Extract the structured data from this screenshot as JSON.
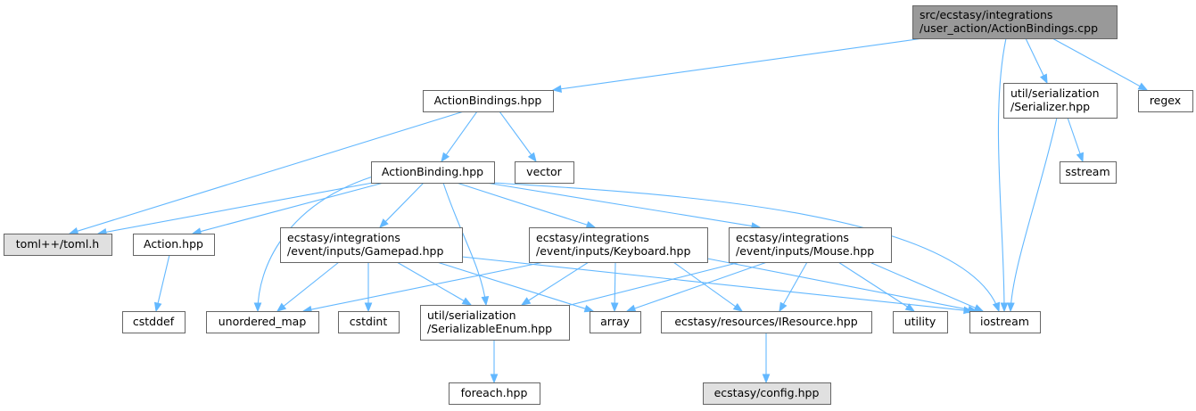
{
  "colors": {
    "edge": "#63b8ff",
    "node_border": "#666666",
    "node_fill": "#ffffff",
    "root_fill": "#999999",
    "external_fill": "#e0e0e0"
  },
  "nodes": [
    {
      "id": "root",
      "lines": [
        "src/ecstasy/integrations",
        "/user_action/ActionBindings.cpp"
      ],
      "style": "root"
    },
    {
      "id": "actionbindings_hpp",
      "lines": [
        "ActionBindings.hpp"
      ],
      "style": "normal"
    },
    {
      "id": "serializer_hpp",
      "lines": [
        "util/serialization",
        "/Serializer.hpp"
      ],
      "style": "normal"
    },
    {
      "id": "regex",
      "lines": [
        "regex"
      ],
      "style": "normal"
    },
    {
      "id": "actionbinding_hpp",
      "lines": [
        "ActionBinding.hpp"
      ],
      "style": "normal"
    },
    {
      "id": "vector",
      "lines": [
        "vector"
      ],
      "style": "normal"
    },
    {
      "id": "sstream",
      "lines": [
        "sstream"
      ],
      "style": "normal"
    },
    {
      "id": "toml_h",
      "lines": [
        "toml++/toml.h"
      ],
      "style": "external"
    },
    {
      "id": "action_hpp",
      "lines": [
        "Action.hpp"
      ],
      "style": "normal"
    },
    {
      "id": "gamepad_hpp",
      "lines": [
        "ecstasy/integrations",
        "/event/inputs/Gamepad.hpp"
      ],
      "style": "normal"
    },
    {
      "id": "keyboard_hpp",
      "lines": [
        "ecstasy/integrations",
        "/event/inputs/Keyboard.hpp"
      ],
      "style": "normal"
    },
    {
      "id": "mouse_hpp",
      "lines": [
        "ecstasy/integrations",
        "/event/inputs/Mouse.hpp"
      ],
      "style": "normal"
    },
    {
      "id": "cstddef",
      "lines": [
        "cstddef"
      ],
      "style": "normal"
    },
    {
      "id": "unordered_map",
      "lines": [
        "unordered_map"
      ],
      "style": "normal"
    },
    {
      "id": "cstdint",
      "lines": [
        "cstdint"
      ],
      "style": "normal"
    },
    {
      "id": "serializableenum_hpp",
      "lines": [
        "util/serialization",
        "/SerializableEnum.hpp"
      ],
      "style": "normal"
    },
    {
      "id": "array",
      "lines": [
        "array"
      ],
      "style": "normal"
    },
    {
      "id": "iresource_hpp",
      "lines": [
        "ecstasy/resources/IResource.hpp"
      ],
      "style": "normal"
    },
    {
      "id": "utility",
      "lines": [
        "utility"
      ],
      "style": "normal"
    },
    {
      "id": "iostream",
      "lines": [
        "iostream"
      ],
      "style": "normal"
    },
    {
      "id": "foreach_hpp",
      "lines": [
        "foreach.hpp"
      ],
      "style": "normal"
    },
    {
      "id": "config_hpp",
      "lines": [
        "ecstasy/config.hpp"
      ],
      "style": "external"
    }
  ],
  "edges": [
    {
      "from": "root",
      "to": "actionbindings_hpp"
    },
    {
      "from": "root",
      "to": "serializer_hpp"
    },
    {
      "from": "root",
      "to": "regex"
    },
    {
      "from": "root",
      "to": "iostream"
    },
    {
      "from": "actionbindings_hpp",
      "to": "actionbinding_hpp"
    },
    {
      "from": "actionbindings_hpp",
      "to": "vector"
    },
    {
      "from": "actionbindings_hpp",
      "to": "toml_h"
    },
    {
      "from": "serializer_hpp",
      "to": "sstream"
    },
    {
      "from": "serializer_hpp",
      "to": "iostream"
    },
    {
      "from": "actionbinding_hpp",
      "to": "toml_h"
    },
    {
      "from": "actionbinding_hpp",
      "to": "action_hpp"
    },
    {
      "from": "actionbinding_hpp",
      "to": "unordered_map"
    },
    {
      "from": "actionbinding_hpp",
      "to": "gamepad_hpp"
    },
    {
      "from": "actionbinding_hpp",
      "to": "serializableenum_hpp"
    },
    {
      "from": "actionbinding_hpp",
      "to": "keyboard_hpp"
    },
    {
      "from": "actionbinding_hpp",
      "to": "mouse_hpp"
    },
    {
      "from": "actionbinding_hpp",
      "to": "iostream"
    },
    {
      "from": "action_hpp",
      "to": "cstddef"
    },
    {
      "from": "gamepad_hpp",
      "to": "unordered_map"
    },
    {
      "from": "gamepad_hpp",
      "to": "cstdint"
    },
    {
      "from": "gamepad_hpp",
      "to": "serializableenum_hpp"
    },
    {
      "from": "gamepad_hpp",
      "to": "array"
    },
    {
      "from": "gamepad_hpp",
      "to": "iostream"
    },
    {
      "from": "keyboard_hpp",
      "to": "unordered_map"
    },
    {
      "from": "keyboard_hpp",
      "to": "serializableenum_hpp"
    },
    {
      "from": "keyboard_hpp",
      "to": "array"
    },
    {
      "from": "keyboard_hpp",
      "to": "iresource_hpp"
    },
    {
      "from": "keyboard_hpp",
      "to": "iostream"
    },
    {
      "from": "mouse_hpp",
      "to": "serializableenum_hpp"
    },
    {
      "from": "mouse_hpp",
      "to": "array"
    },
    {
      "from": "mouse_hpp",
      "to": "iresource_hpp"
    },
    {
      "from": "mouse_hpp",
      "to": "utility"
    },
    {
      "from": "mouse_hpp",
      "to": "iostream"
    },
    {
      "from": "serializableenum_hpp",
      "to": "foreach_hpp"
    },
    {
      "from": "iresource_hpp",
      "to": "config_hpp"
    }
  ]
}
